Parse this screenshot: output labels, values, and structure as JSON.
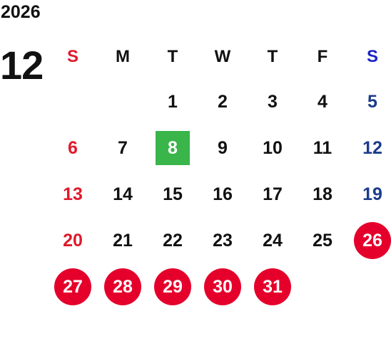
{
  "year": "2026",
  "month": "12",
  "weekdays": [
    "S",
    "M",
    "T",
    "W",
    "T",
    "F",
    "S"
  ],
  "weeks": [
    [
      "",
      "",
      "1",
      "2",
      "3",
      "4",
      "5"
    ],
    [
      "6",
      "7",
      "8",
      "9",
      "10",
      "11",
      "12"
    ],
    [
      "13",
      "14",
      "15",
      "16",
      "17",
      "18",
      "19"
    ],
    [
      "20",
      "21",
      "22",
      "23",
      "24",
      "25",
      "26"
    ],
    [
      "27",
      "28",
      "29",
      "30",
      "31",
      "",
      ""
    ]
  ],
  "highlighted_today": "8",
  "highlighted_days": [
    "26",
    "27",
    "28",
    "29",
    "30",
    "31"
  ],
  "colors": {
    "sunday": "#e0192b",
    "saturday": "#1b3b8a",
    "today_bg": "#39b54a",
    "holiday_bg": "#e5002b"
  }
}
